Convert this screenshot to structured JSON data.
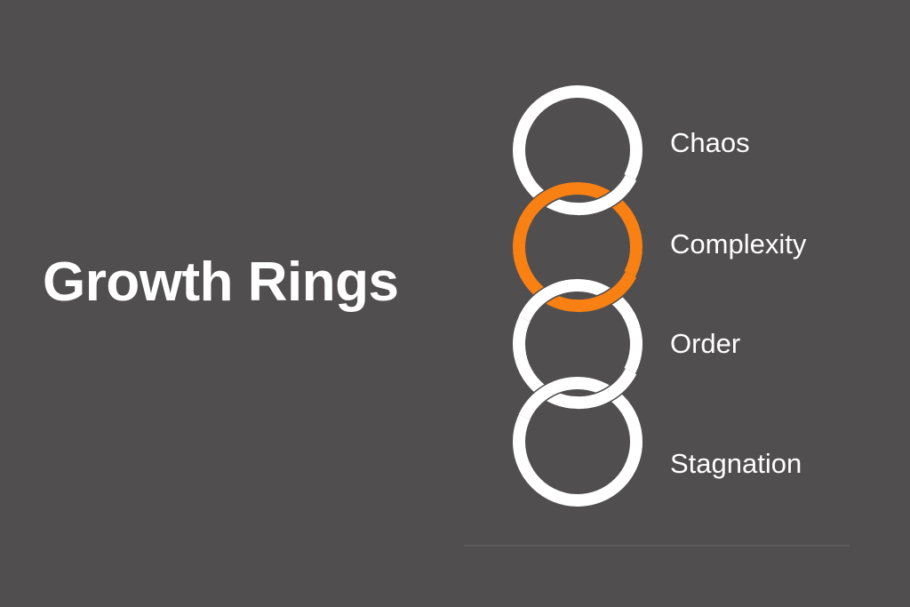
{
  "title": "Growth Rings",
  "colors": {
    "background": "#504e4f",
    "ring_default": "#ffffff",
    "ring_highlight": "#f98012",
    "text": "#ffffff"
  },
  "rings": [
    {
      "label": "Chaos",
      "highlighted": false
    },
    {
      "label": "Complexity",
      "highlighted": true
    },
    {
      "label": "Order",
      "highlighted": false
    },
    {
      "label": "Stagnation",
      "highlighted": false
    }
  ]
}
